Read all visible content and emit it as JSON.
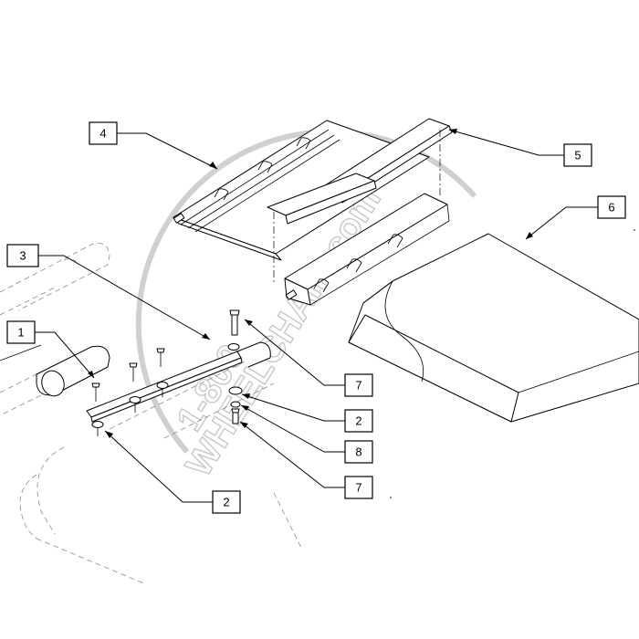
{
  "diagram": {
    "callouts": [
      {
        "id": "c4",
        "label": "4"
      },
      {
        "id": "c5",
        "label": "5"
      },
      {
        "id": "c6",
        "label": "6"
      },
      {
        "id": "c3",
        "label": "3"
      },
      {
        "id": "c1",
        "label": "1"
      },
      {
        "id": "c7a",
        "label": "7"
      },
      {
        "id": "c2a",
        "label": "2"
      },
      {
        "id": "c8",
        "label": "8"
      },
      {
        "id": "c7b",
        "label": "7"
      },
      {
        "id": "c2b",
        "label": "2"
      }
    ]
  },
  "watermark": {
    "line1": "1-800",
    "line2": "WHEELCHAIR.com"
  },
  "colors": {
    "line": "#000000",
    "ghost_frame": "#8a8a8a",
    "watermark": "#c8c8c8"
  }
}
